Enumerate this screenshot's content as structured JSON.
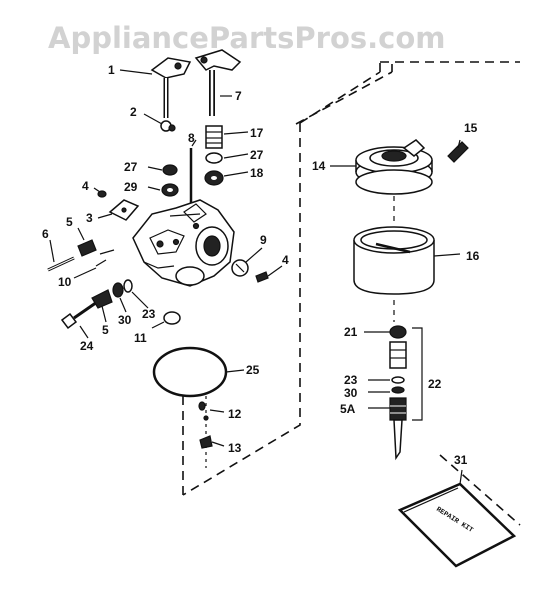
{
  "watermark": "AppliancePartsPros.com",
  "kit_text": "REPAIR KIT",
  "labels": {
    "p1": "1",
    "p2": "2",
    "p3": "3",
    "p4a": "4",
    "p4b": "4",
    "p5a": "5",
    "p5b": "5",
    "p5A": "5A",
    "p6": "6",
    "p7": "7",
    "p8": "8",
    "p9": "9",
    "p10": "10",
    "p11": "11",
    "p12": "12",
    "p13": "13",
    "p14": "14",
    "p15": "15",
    "p16": "16",
    "p17": "17",
    "p18": "18",
    "p21": "21",
    "p22": "22",
    "p23a": "23",
    "p23b": "23",
    "p24": "24",
    "p25": "25",
    "p27a": "27",
    "p27b": "27",
    "p29": "29",
    "p30a": "30",
    "p30b": "30",
    "p31": "31"
  }
}
